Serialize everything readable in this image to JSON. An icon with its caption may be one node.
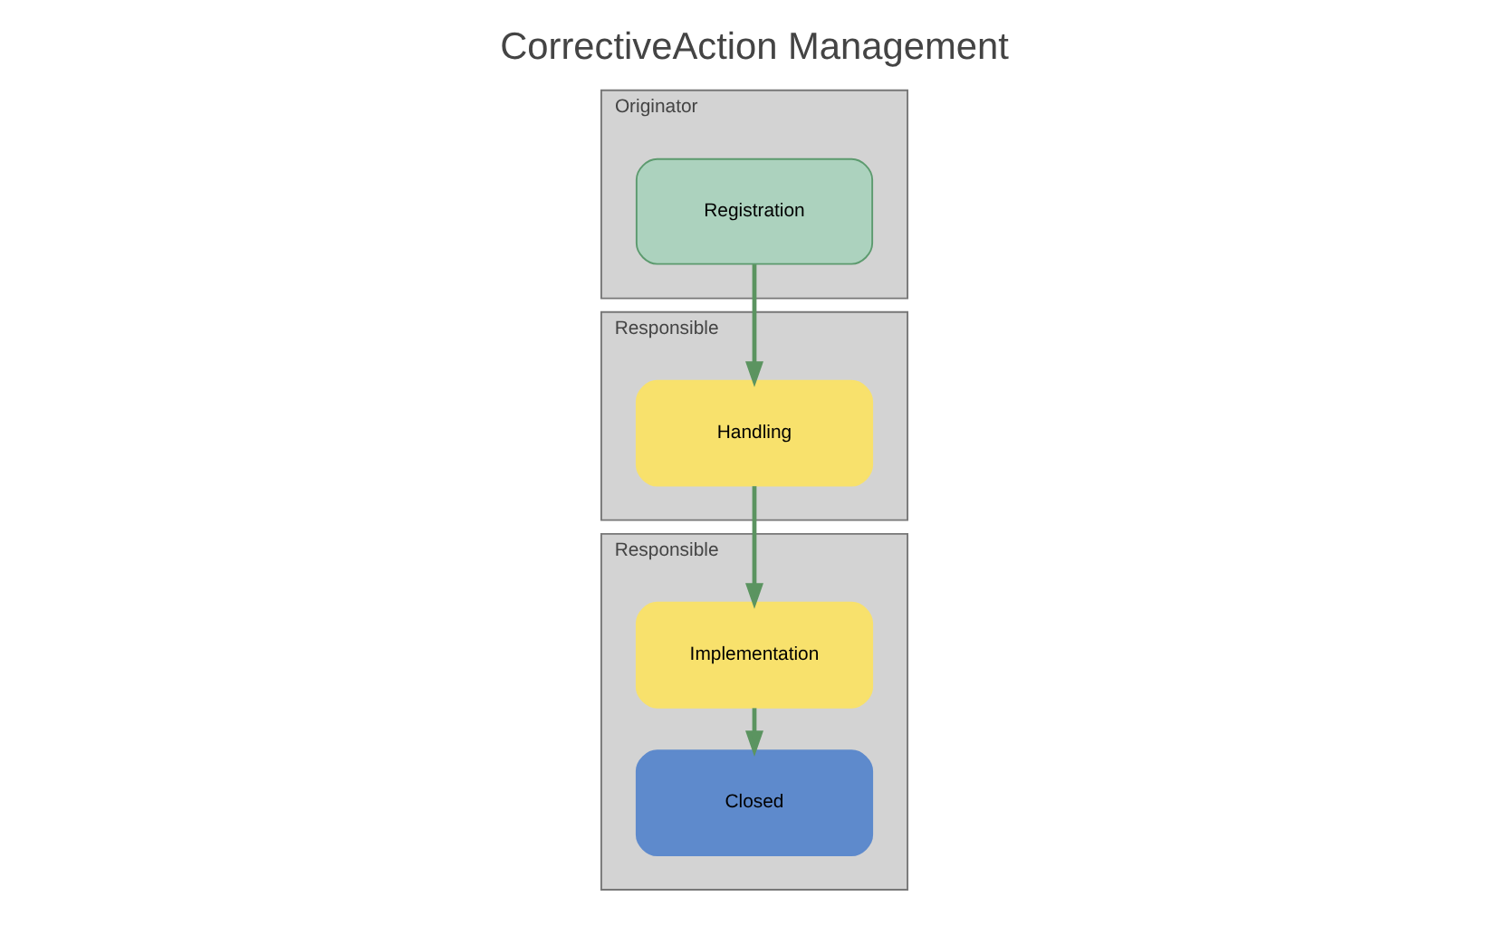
{
  "diagram": {
    "title": "CorrectiveAction Management",
    "nodes": [
      {
        "text": [
          "Originator"
        ]
      },
      {
        "text": [
          "Registration"
        ],
        "in": 0
      },
      {
        "text": [
          "Responsible"
        ]
      },
      {
        "text": [
          "Handling"
        ],
        "in": 2
      },
      {
        "text": [
          "Responsible"
        ]
      },
      {
        "text": [
          "Implementation"
        ],
        "in": 4
      },
      {
        "text": [
          "Closed"
        ],
        "in": 4
      }
    ],
    "edges": [
      {
        "from": 1,
        "to": 3,
        "arrow": "to"
      },
      {
        "from": 3,
        "to": 5,
        "arrow": "to"
      },
      {
        "from": 5,
        "to": 6,
        "arrow": "to"
      }
    ]
  }
}
